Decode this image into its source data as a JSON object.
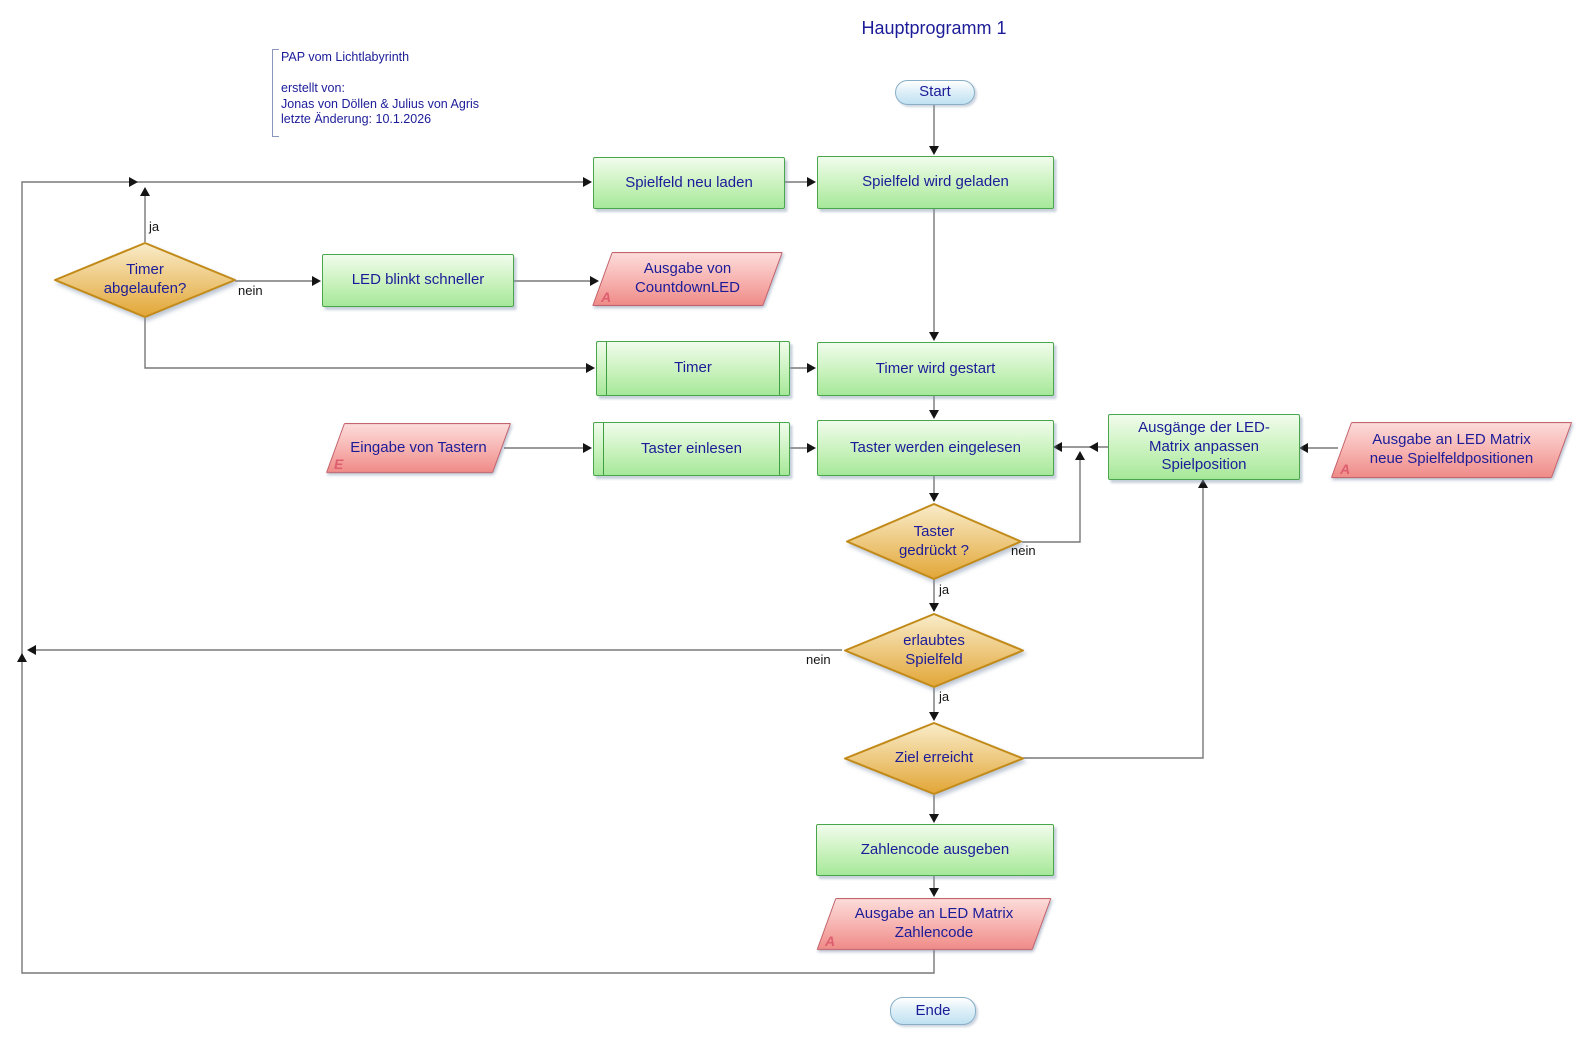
{
  "title": "Hauptprogramm 1",
  "comment": {
    "text": "PAP vom Lichtlabyrinth\n\nerstellt von:\nJonas von Döllen & Julius von Agris\nletzte Änderung: 10.1.2026"
  },
  "terminals": {
    "start": "Start",
    "ende": "Ende"
  },
  "nodes": {
    "spielfeld_neu_laden": "Spielfeld neu laden",
    "spielfeld_wird_geladen": "Spielfeld wird geladen",
    "led_blinkt_schneller": "LED blinkt schneller",
    "timer_sub": "Timer",
    "timer_wird_gestart": "Timer wird gestart",
    "eingabe_von_tastern": "Eingabe von Tastern",
    "taster_einlesen_sub": "Taster einlesen",
    "taster_werden_eingelesen": "Taster werden eingelesen",
    "ausgabe_countdownled": "Ausgabe von\nCountdownLED",
    "ausgaenge_led_matrix": "Ausgänge der LED-\nMatrix anpassen\nSpielposition",
    "ausgabe_neue_spielfeldpositionen": "Ausgabe an LED Matrix\nneue Spielfeldpositionen",
    "zahlencode_ausgeben": "Zahlencode ausgeben",
    "ausgabe_zahlencode": "Ausgabe an LED Matrix\nZahlencode",
    "timer_abgelaufen": "Timer\nabgelaufen?",
    "taster_gedrueckt": "Taster\ngedrückt ?",
    "erlaubtes_spielfeld": "erlaubtes\nSpielfeld",
    "ziel_erreicht": "Ziel erreicht"
  },
  "markers": {
    "a": "A",
    "e": "E"
  },
  "branches": {
    "timer_ja": "ja",
    "timer_nein": "nein",
    "taster_ja": "ja",
    "taster_nein": "nein",
    "spielfeld_ja": "ja",
    "spielfeld_nein": "nein"
  },
  "colors": {
    "text": "#1c1c99",
    "process_border": "#4aa64a",
    "io_border": "#c25f68",
    "decision_border": "#c28a18",
    "terminal_border": "#88aec8",
    "line": "#787878"
  }
}
